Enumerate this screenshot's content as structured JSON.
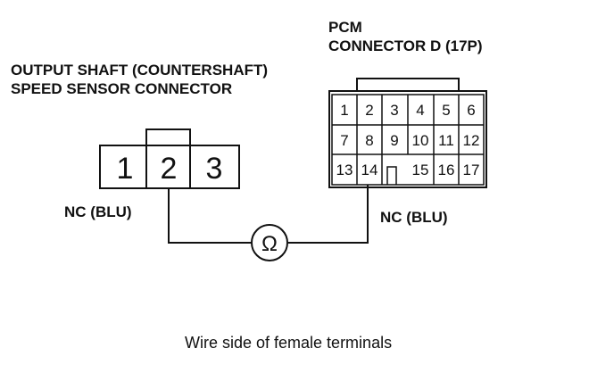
{
  "pcm_title_line1": "PCM",
  "pcm_title_line2": "CONNECTOR D (17P)",
  "sensor_title_line1": "OUTPUT SHAFT (COUNTERSHAFT)",
  "sensor_title_line2": "SPEED SENSOR CONNECTOR",
  "sensor_pins": [
    "1",
    "2",
    "3"
  ],
  "pcm_pins_row1": [
    "1",
    "2",
    "3",
    "4",
    "5",
    "6"
  ],
  "pcm_pins_row2": [
    "7",
    "8",
    "9",
    "10",
    "11",
    "12"
  ],
  "pcm_pins_row3": [
    "13",
    "14",
    "15",
    "16",
    "17"
  ],
  "sensor_wire_label": "NC (BLU)",
  "pcm_wire_label": "NC (BLU)",
  "ohmmeter_symbol": "Ω",
  "caption": "Wire side of female terminals"
}
